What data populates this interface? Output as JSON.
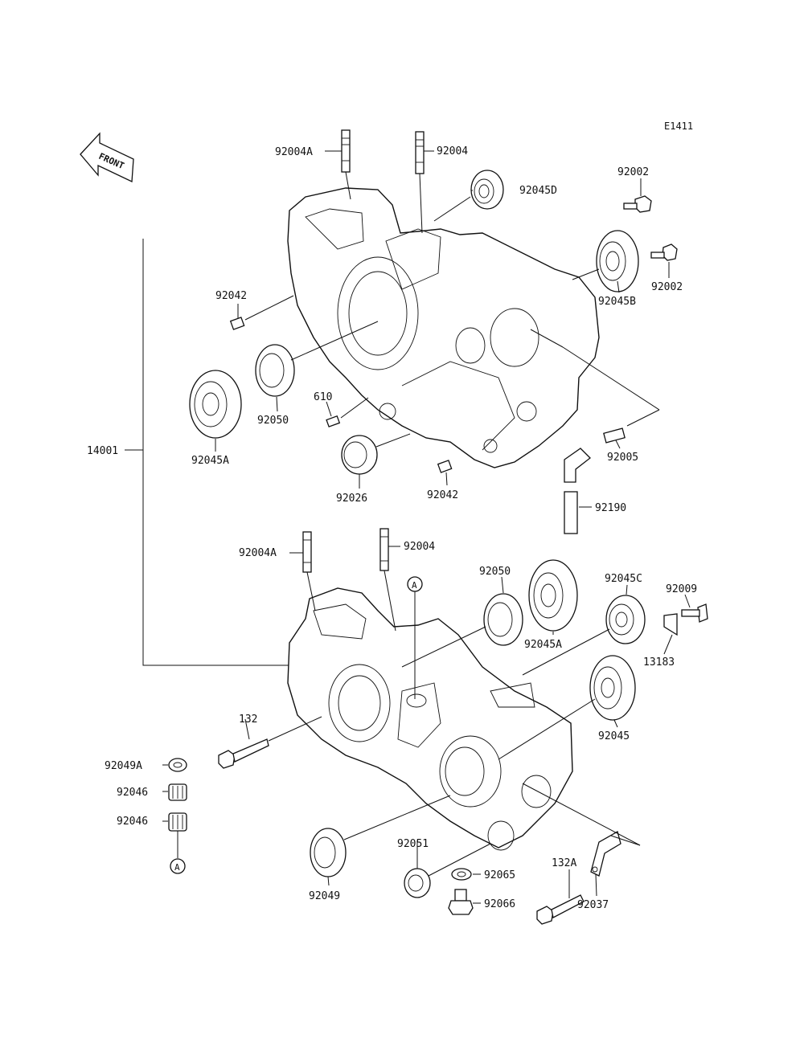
{
  "diagram_code": "E1411",
  "front_label": "FRONT",
  "ref_marker": "A",
  "labels": {
    "upper_92004A": "92004A",
    "upper_92004": "92004",
    "p92045D": "92045D",
    "p92002_top": "92002",
    "p92002_right": "92002",
    "p92045B": "92045B",
    "upper_92042": "92042",
    "upper_92050": "92050",
    "p610": "610",
    "upper_92045A": "92045A",
    "p92026": "92026",
    "lower_92042": "92042",
    "p92005": "92005",
    "p92190": "92190",
    "p14001": "14001",
    "lower_92004A": "92004A",
    "lower_92004": "92004",
    "lower_92050": "92050",
    "lower_92045A": "92045A",
    "p92045C": "92045C",
    "p92009": "92009",
    "p13183": "13183",
    "p92045": "92045",
    "p132": "132",
    "p92049A": "92049A",
    "p92046_a": "92046",
    "p92046_b": "92046",
    "p92049": "92049",
    "p92051": "92051",
    "p92065": "92065",
    "p92066": "92066",
    "p132A": "132A",
    "p92037": "92037"
  }
}
